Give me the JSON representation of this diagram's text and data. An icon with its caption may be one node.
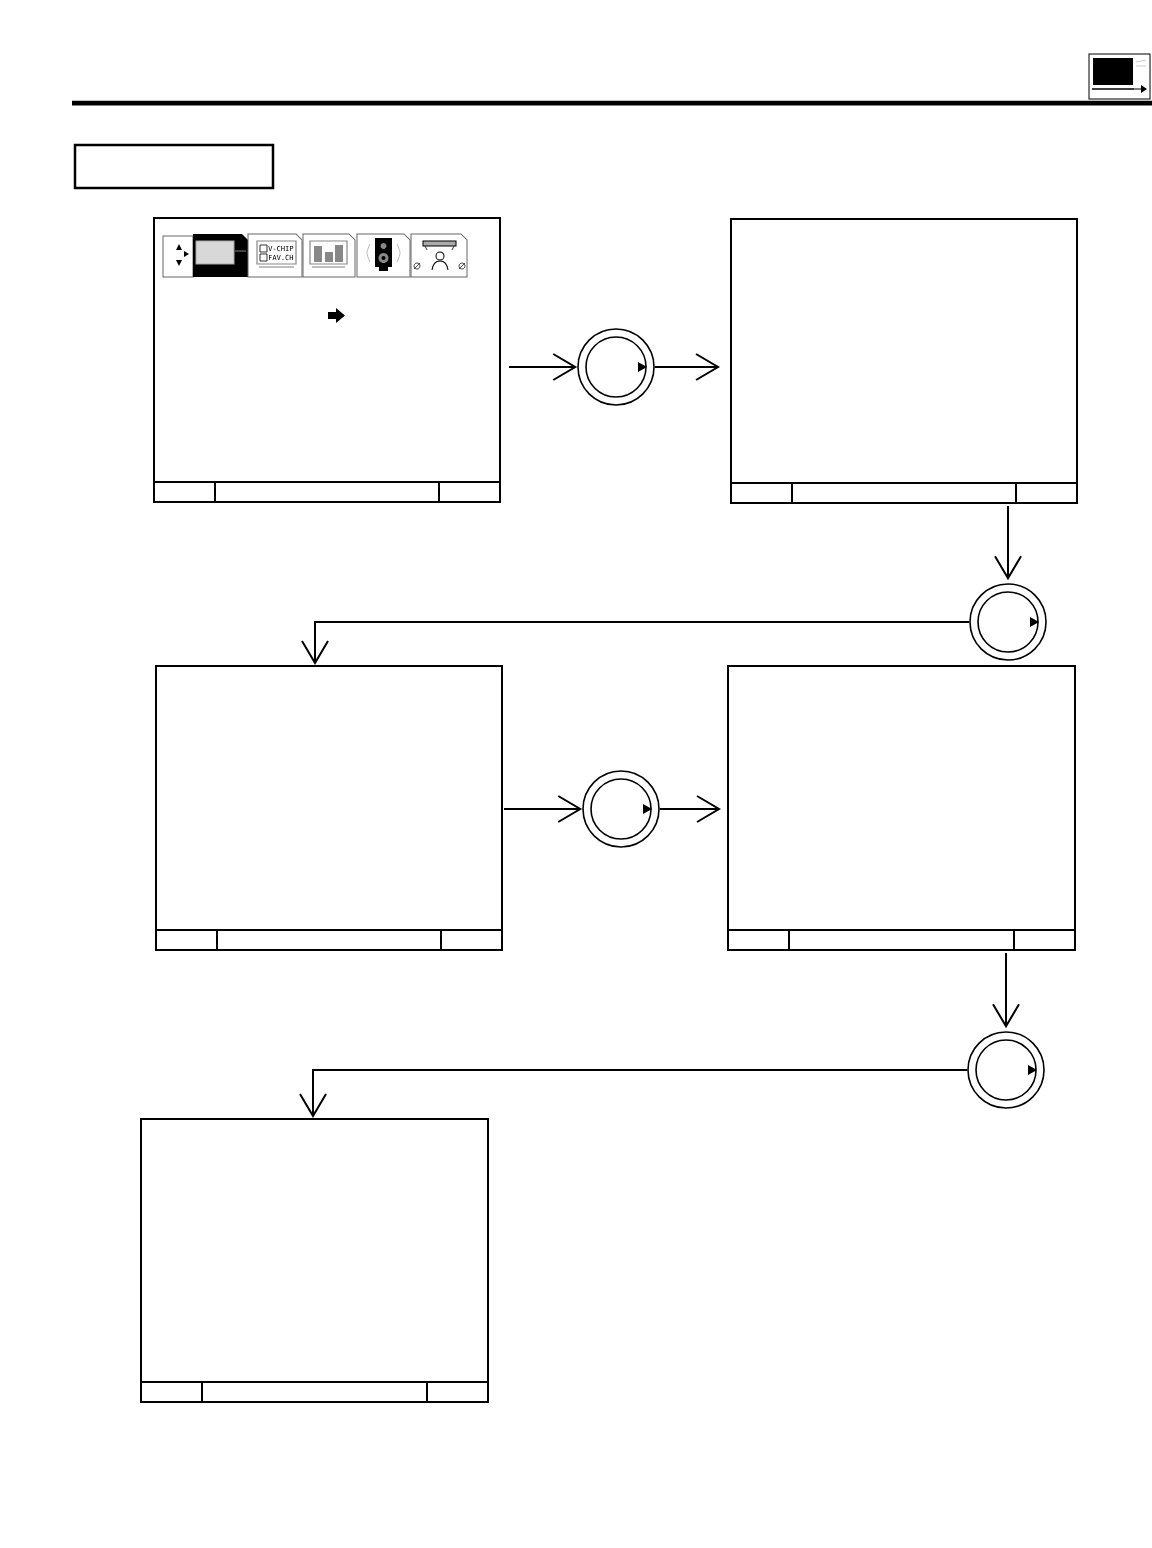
{
  "diagram": {
    "nodes": [
      {
        "text": [],
        "shape": "box"
      },
      {
        "text": [],
        "shape": "box"
      },
      {
        "text": [],
        "shape": "circle"
      },
      {
        "text": [],
        "shape": "box"
      },
      {
        "text": [],
        "shape": "circle"
      },
      {
        "text": [],
        "shape": "box"
      },
      {
        "text": [],
        "shape": "circle"
      },
      {
        "text": [],
        "shape": "box"
      },
      {
        "text": [],
        "shape": "circle"
      },
      {
        "text": [],
        "shape": "box"
      }
    ],
    "edges": [
      {
        "from": 1,
        "to": 2,
        "arrow": "to"
      },
      {
        "from": 2,
        "to": 3,
        "arrow": "to"
      },
      {
        "from": 3,
        "to": 4,
        "arrow": "to"
      },
      {
        "from": 4,
        "to": 5,
        "arrow": "to"
      },
      {
        "from": 5,
        "to": 6,
        "arrow": "to"
      },
      {
        "from": 6,
        "to": 7,
        "arrow": "to"
      },
      {
        "from": 7,
        "to": 8,
        "arrow": "to"
      },
      {
        "from": 8,
        "to": 9,
        "arrow": "to"
      }
    ],
    "labels": [
      "V-CHIP",
      "FAV.CH"
    ]
  }
}
